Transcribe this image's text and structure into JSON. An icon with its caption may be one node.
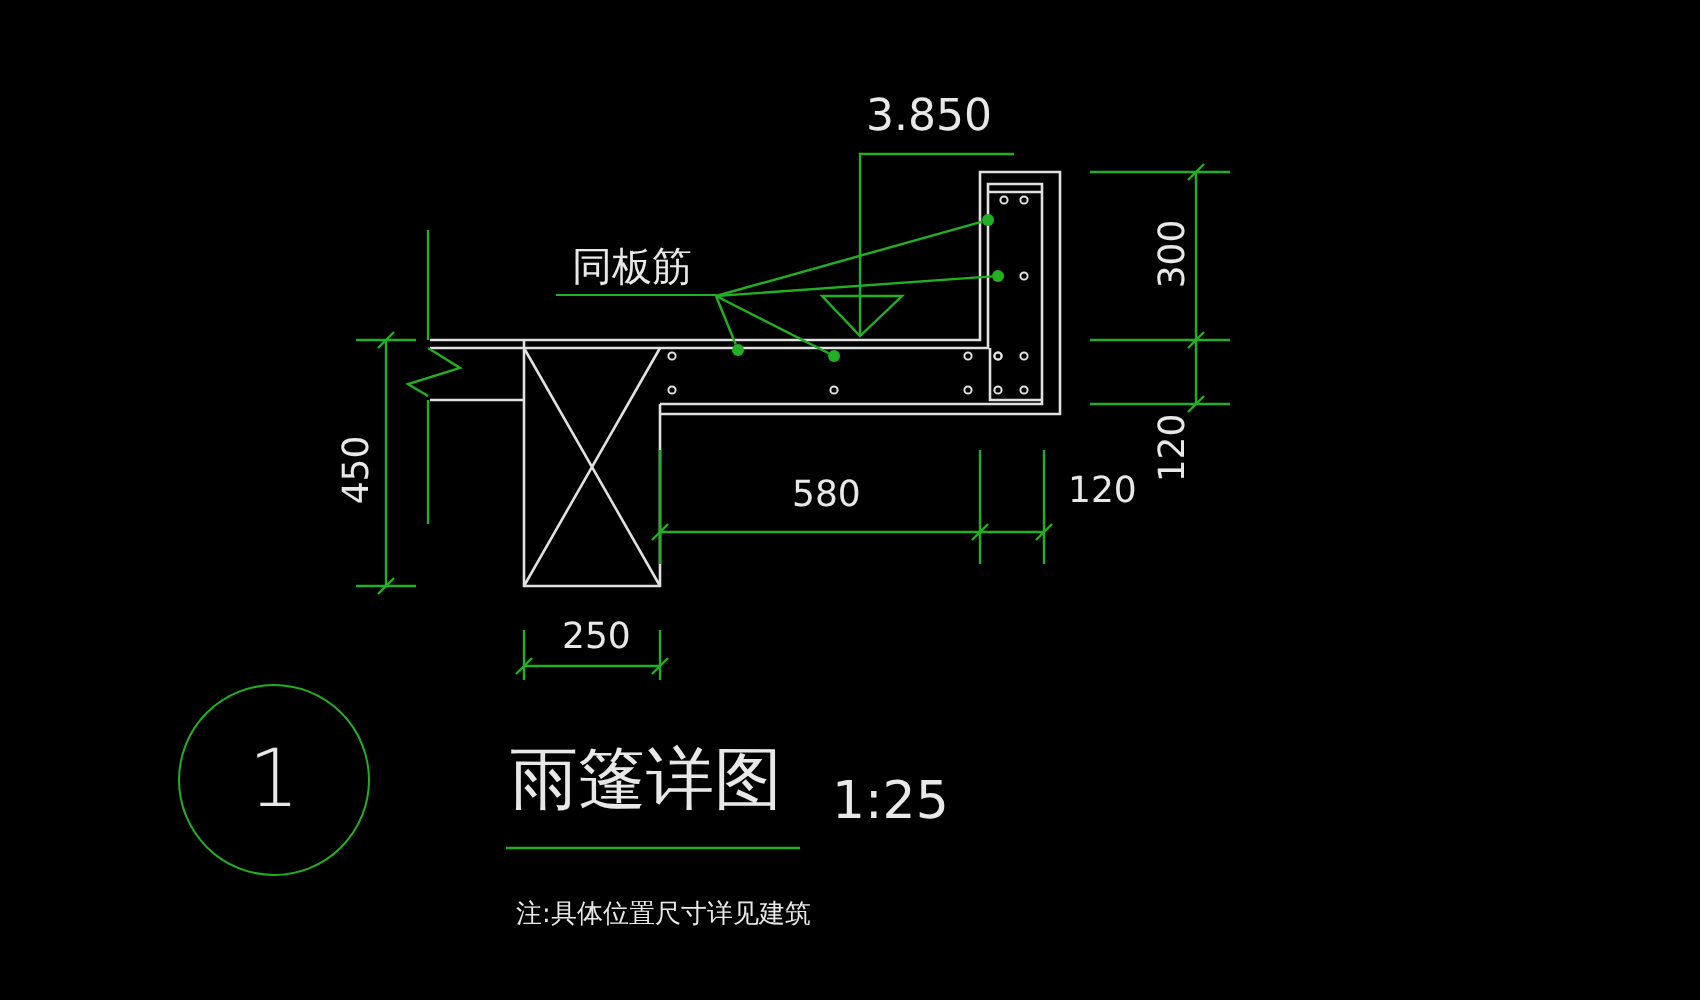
{
  "diagram": {
    "title": "雨篷详图",
    "nodes": [
      {
        "text": [
          "同板筋"
        ]
      },
      {
        "text": [],
        "shape": "circle"
      },
      {
        "text": [],
        "shape": "circle"
      },
      {
        "text": [],
        "shape": "circle"
      },
      {
        "text": [],
        "shape": "circle"
      },
      {
        "text": [
          "1"
        ]
      }
    ],
    "edges": [
      {
        "from": 0,
        "to": 1,
        "arrow": "none"
      },
      {
        "from": 0,
        "to": 2,
        "arrow": "none"
      },
      {
        "from": 0,
        "to": 3,
        "arrow": "none"
      },
      {
        "from": 0,
        "to": 4,
        "arrow": "none"
      }
    ],
    "labels": [
      "3.850",
      "300",
      "120",
      "450",
      "580",
      "120",
      "250",
      "1:25",
      "注:具体位置尺寸详见建筑"
    ]
  }
}
